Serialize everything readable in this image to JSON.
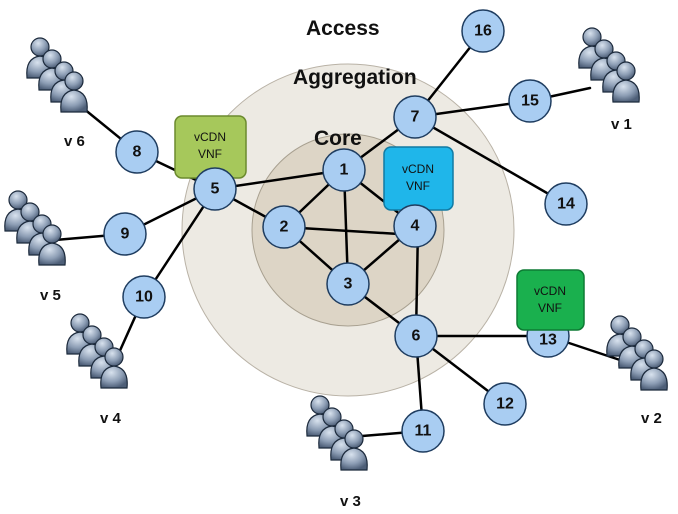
{
  "layers": {
    "access": "Access",
    "aggregation": "Aggregation",
    "core": "Core"
  },
  "nodes": [
    "1",
    "2",
    "3",
    "4",
    "5",
    "6",
    "7",
    "8",
    "9",
    "10",
    "11",
    "12",
    "13",
    "14",
    "15",
    "16"
  ],
  "vnfs": [
    {
      "line1": "vCDN",
      "line2": "VNF",
      "color": "#a6c85b"
    },
    {
      "line1": "vCDN",
      "line2": "VNF",
      "color": "#1fb6ea"
    },
    {
      "line1": "vCDN",
      "line2": "VNF",
      "color": "#1ab04e"
    }
  ],
  "user_groups": [
    "v 1",
    "v 2",
    "v 3",
    "v 4",
    "v 5",
    "v 6"
  ],
  "colors": {
    "access_ring": "#f0eeea",
    "aggregation_ring": "#e8e4dc",
    "core_ring": "#dcd3c3",
    "node_fill": "#a9cdf2",
    "user_fill": "#9fb0c4"
  }
}
